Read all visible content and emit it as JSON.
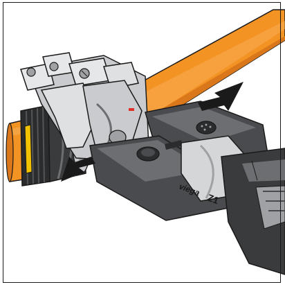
{
  "figure": {
    "description_tag": "press-tool-illustration",
    "tool_branding": {
      "brand_mark": "viega",
      "model_mark": "Z1"
    },
    "colors": {
      "pipe_orange": "#f39323",
      "pipe_orange_shadow": "#d9771a",
      "tool_dark_grey": "#4a4b4e",
      "tool_mid_grey": "#6d6e71",
      "tool_light_grey": "#9fa1a4",
      "jaw_silver": "#c9cbce",
      "jaw_highlight": "#e6e7e9",
      "fitting_black": "#2b2c2e",
      "arrow_black": "#1a1a1a",
      "indicator_red": "#e0302a",
      "ring_yellow": "#f2c200"
    },
    "icons": [
      "arrow-left-icon",
      "arrow-right-icon"
    ]
  }
}
